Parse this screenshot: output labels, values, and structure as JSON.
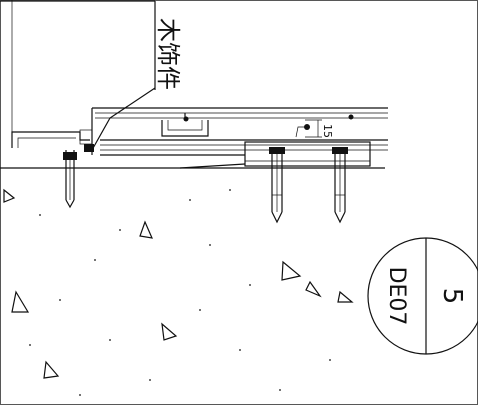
{
  "annotation": {
    "text": "木饰件"
  },
  "dimension": {
    "value": "15"
  },
  "detail_marker": {
    "number": "5",
    "sheet": "DE07"
  }
}
